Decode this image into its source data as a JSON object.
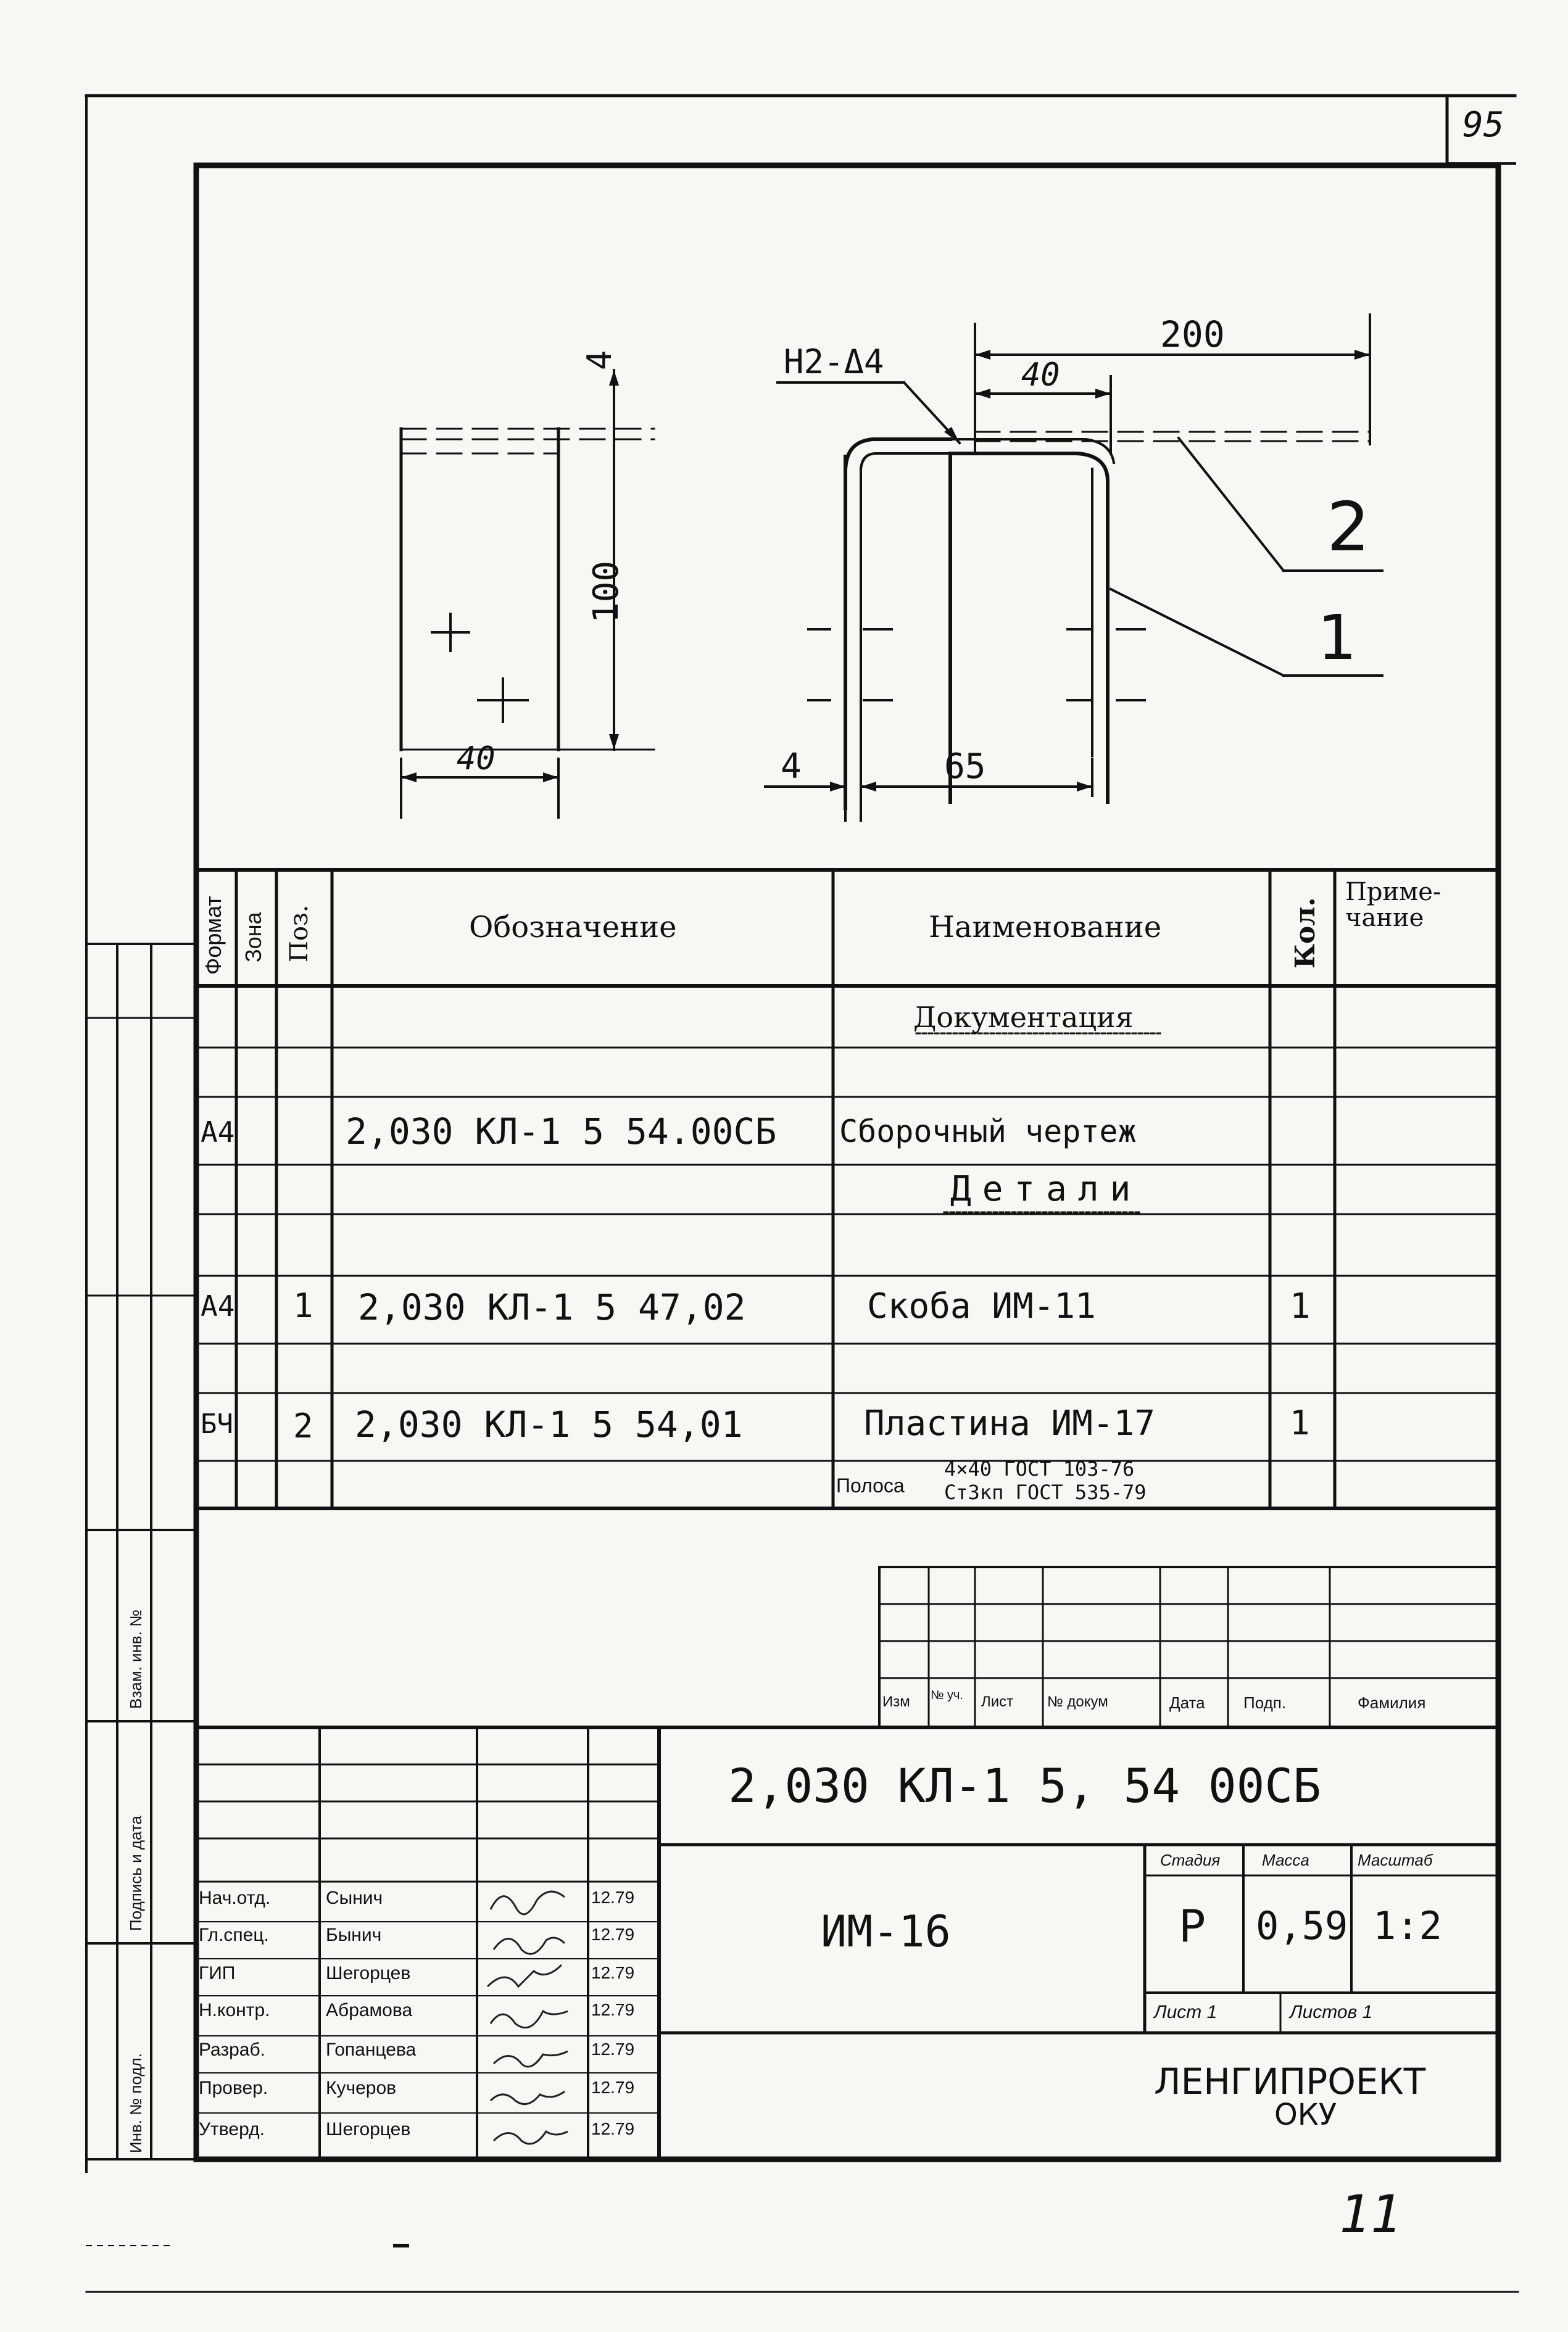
{
  "page": {
    "page_number": "95",
    "bottom_mark": "11"
  },
  "drawing": {
    "dims": {
      "left_thickness": "4",
      "left_height": "100",
      "left_width": "40",
      "weld": "H2-Δ4",
      "top_length": "200",
      "top_partial": "40",
      "bottom_thickness": "4",
      "bottom_width": "65",
      "callout_2": "2",
      "callout_1": "1"
    }
  },
  "spec": {
    "headers": {
      "format": "Формат",
      "zone": "Зона",
      "pos": "Поз.",
      "designation": "Обозначение",
      "name": "Наименование",
      "qty": "Кол.",
      "note": "Приме-чание"
    },
    "rows": [
      {
        "format": "",
        "pos": "",
        "designation": "",
        "name": "Документация",
        "qty": "",
        "kind": "section"
      },
      {
        "format": "A4",
        "pos": "",
        "designation": "2,030 КЛ-1 5 54.00СБ",
        "name": "Сборочный чертеж",
        "qty": "",
        "kind": "item"
      },
      {
        "format": "",
        "pos": "",
        "designation": "",
        "name": "Детали",
        "qty": "",
        "kind": "section"
      },
      {
        "format": "A4",
        "pos": "1",
        "designation": "2,030 КЛ-1 5 47,02",
        "name": "Скоба ИМ-11",
        "qty": "1",
        "kind": "item"
      },
      {
        "format": "БЧ",
        "pos": "2",
        "designation": "2,030 КЛ-1 5 54,01",
        "name": "Пластина ИМ-17",
        "qty": "1",
        "kind": "item"
      }
    ],
    "material": {
      "label": "Полоса",
      "line1": "4×40 ГОСТ 103-76",
      "line2": "Ст3кп ГОСТ 535-79"
    }
  },
  "revision_header": {
    "izm": "Изм",
    "n_uch": "№ уч.",
    "list": "Лист",
    "n_dokum": "№ докум",
    "date": "Дата",
    "podp": "Подп.",
    "familia": "Фамилия"
  },
  "title_block": {
    "code": "2,030 КЛ-1 5, 54 00СБ",
    "title": "ИМ-16",
    "stage_label": "Стадия",
    "mass_label": "Масса",
    "scale_label": "Масштаб",
    "stage": "Р",
    "mass": "0,59",
    "scale": "1:2",
    "sheet": "Лист 1",
    "sheets": "Листов 1",
    "org": "ЛЕНГИПРОЕКТ",
    "org2": "ОКУ",
    "signatures": [
      {
        "role": "Нач.отд.",
        "name": "Сынич",
        "date": "12.79"
      },
      {
        "role": "Гл.спец.",
        "name": "Бынич",
        "date": "12.79"
      },
      {
        "role": "ГИП",
        "name": "Шегорцев",
        "date": "12.79"
      },
      {
        "role": "Н.контр.",
        "name": "Абрамова",
        "date": "12.79"
      },
      {
        "role": "Разраб.",
        "name": "Гопанцева",
        "date": "12.79"
      },
      {
        "role": "Провер.",
        "name": "Кучеров",
        "date": "12.79"
      },
      {
        "role": "Утверд.",
        "name": "Шегорцев",
        "date": "12.79"
      }
    ]
  },
  "side_stamp": {
    "labels": [
      "Взам. инв. №",
      "Подпись и дата",
      "Инв. № подл."
    ]
  }
}
